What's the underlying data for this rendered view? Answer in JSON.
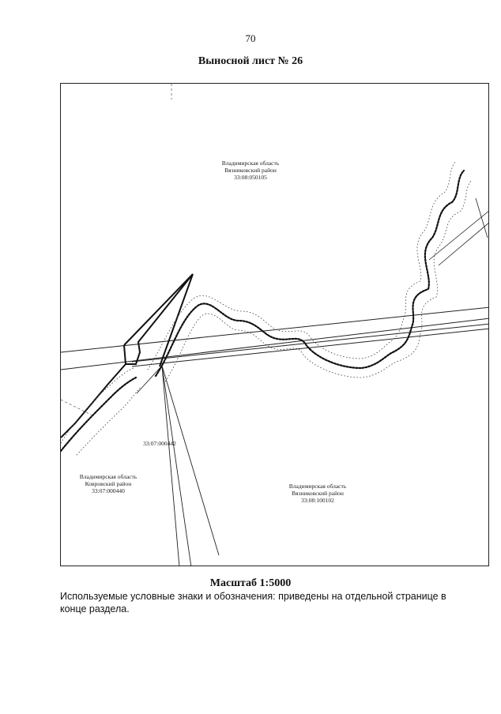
{
  "page": {
    "number": "70",
    "title": "Выносной лист № 26"
  },
  "map": {
    "labels": {
      "north_region": "Владимирская область",
      "north_district": "Вязниковский район",
      "north_cadastral": "33:08:050105",
      "plot_cadastral": "33:07:000442",
      "southwest_region": "Владимирская область",
      "southwest_district": "Ковровский район",
      "southwest_cadastral": "33:07:000440",
      "southeast_region": "Владимирская область",
      "southeast_district": "Вязниковский район",
      "southeast_cadastral": "33:08:100102"
    }
  },
  "footer": {
    "scale": "Масштаб 1:5000",
    "legend": "Используемые условные знаки и обозначения: приведены на отдельной странице в конце раздела."
  }
}
